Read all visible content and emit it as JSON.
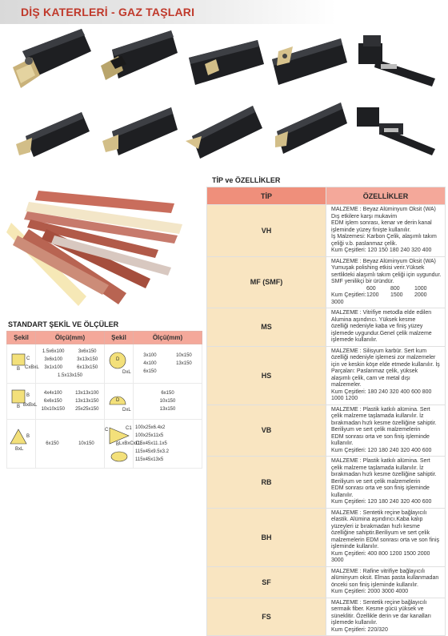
{
  "header": {
    "title": "DİŞ KATERLERİ - GAZ TAŞLARI"
  },
  "tools": [
    {
      "name": "tool-1"
    },
    {
      "name": "tool-2"
    },
    {
      "name": "tool-3"
    },
    {
      "name": "tool-4"
    },
    {
      "name": "tool-5"
    },
    {
      "name": "tool-6"
    },
    {
      "name": "tool-7"
    },
    {
      "name": "tool-8"
    },
    {
      "name": "tool-9"
    },
    {
      "name": "tool-10"
    }
  ],
  "spec": {
    "heading": "TİP ve ÖZELLİKLER",
    "col_tip": "TİP",
    "col_features": "ÖZELLİKLER",
    "rows": [
      {
        "code": "VH",
        "lines": [
          "MALZEME : Beyaz Alüminyum Oksit (WA) Dış etkilere karşı mukavim",
          "EDM işlem sonrası, kenar ve derin kanal işleminde yüzey finişte kullanılır.",
          "İş Malzemesi: Karbon Çelik, alaşımlı takım çeliği v.b. paslanmaz çelik."
        ],
        "grit_label": "Kum Çeşitleri:",
        "grits": [
          "120",
          "150",
          "180",
          "240",
          "320",
          "400"
        ]
      },
      {
        "code": "MF (SMF)",
        "lines": [
          "MALZEME : Beyaz Alüminyum Oksit (WA) Yumuşak polishing etkisi verir.Yüksek",
          "sertlikteki alaşımlı takım çeliği için uygundur. SMF yenilikçi bir üründür."
        ],
        "grit_label": "Kum Çeşitleri:",
        "grits": [
          "600",
          "800",
          "1000",
          "1200",
          "1500",
          "2000",
          "3000"
        ]
      },
      {
        "code": "MS",
        "lines": [
          "MALZEME : Vitrifiye metodla elde edilen Alumina aşındırıcı. Yüksek kesme",
          "özelliği nedeniyle kaba ve finiş yüzey işlemede uygundur.Genel çelik malzeme",
          "işlemede kullanılır."
        ],
        "grit_label": "",
        "grits": []
      },
      {
        "code": "HS",
        "lines": [
          "MALZEME : Silisyum karbür. Sert kum özelliği nedeniyle işlemesi zor malzemeler",
          "için ve keskin köşe elde etmede kullanılır. İş Parçaları: Paslanmaz çelik, yüksek",
          "alaşımlı çelik, cam ve metal dışı malzemeler."
        ],
        "grit_label": "Kum Çeşitleri:",
        "grits": [
          "180",
          "240",
          "320",
          "400",
          "600",
          "800",
          "1000",
          "1200"
        ]
      },
      {
        "code": "VB",
        "lines": [
          "MALZEME : Plastik katkılı alümina. Sert çelik malzeme taşlamada kullanılır. İz",
          "bırakmadan hızlı kesme özelliğine sahiptir. Beriliyum ve sert çelik malzemelerin",
          "EDM sonrası orta ve son finiş işleminde kullanılır."
        ],
        "grit_label": "Kum Çeşitleri:",
        "grits": [
          "120",
          "180",
          "240",
          "320",
          "400",
          "600"
        ]
      },
      {
        "code": "RB",
        "lines": [
          "MALZEME : Plastik katkılı alümina. Sert çelik malzeme taşlamada kullanılır. İz",
          "bırakmadan hızlı kesme özelliğine sahiptir. Beriliyum ve sert çelik malzemelerin",
          "EDM sonrası orta ve son finiş işleminde kullanılır."
        ],
        "grit_label": "Kum Çeşitleri:",
        "grits": [
          "120",
          "180",
          "240",
          "320",
          "400",
          "600"
        ]
      },
      {
        "code": "BH",
        "lines": [
          "MALZEME : Sentetik reçine bağlayıcılı elastik. Alümina aşındırıcı.Kaba kalıp",
          "yüzeyleri iz bırakmadan hızlı kesme özelliğine sahiptir.Beriliyum ve sert çelik",
          "malzemelerin EDM sonrası orta ve son finiş işleminde kullanılır."
        ],
        "grit_label": "Kum Çeşitleri:",
        "grits": [
          "400",
          "800",
          "1200",
          "1500",
          "2000",
          "3000"
        ]
      },
      {
        "code": "SF",
        "lines": [
          "MALZEME : Rafine vitrifiye bağlayıcılı alüminyum oksit. Elmas pasta kullanmadan",
          "önceki son finiş işleminde kullanılır."
        ],
        "grit_label": "Kum Çeşitleri:",
        "grits": [
          "2000",
          "3000",
          "4000"
        ]
      },
      {
        "code": "FS",
        "lines": [
          "MALZEME : Sentetik reçine bağlayıcılı sermaik fiber. Kesme gücü yüksek ve",
          "süneklitir. Özellikle derin ve dar kanalları işlemede kullanılır."
        ],
        "grit_label": "Kum Çeşitleri:",
        "grits": [
          "220/320"
        ]
      }
    ]
  },
  "standard": {
    "heading": "STANDART ŞEKİL VE ÖLÇÜLER",
    "col_shape": "Şekil",
    "col_size": "Ölçü(mm)",
    "rows": [
      {
        "left": {
          "name": "CxBxL",
          "labels": [
            "C",
            "B"
          ],
          "col_a": [
            "1.5x6x100",
            "3x6x100",
            "3x1x100"
          ],
          "col_b": [
            "3x6x150",
            "3x13x150",
            "6x13x150"
          ],
          "extra": "1.5x13x150"
        },
        "right": {
          "name": "DxL",
          "labels": [
            "D"
          ],
          "col_a": [
            "3x100",
            "4x100",
            "6x150"
          ],
          "col_b": [
            "10x150",
            "13x150",
            ""
          ]
        }
      },
      {
        "left": {
          "name": "BxBxL",
          "labels": [
            "B",
            "B"
          ],
          "col_a": [
            "4x4x100",
            "6x6x150",
            "10x10x150"
          ],
          "col_b": [
            "13x13x100",
            "13x13x150",
            "25x25x150"
          ]
        },
        "right": {
          "name": "DxL",
          "labels": [
            "D"
          ],
          "col_a": [
            "6x150",
            "10x150",
            "13x150"
          ],
          "col_b": []
        }
      },
      {
        "left": {
          "name": "BxL",
          "labels": [
            "B"
          ],
          "col_a": [
            "6x150"
          ],
          "col_b": [
            "10x150"
          ]
        },
        "right": {
          "name": "LxBxCxC1",
          "labels": [
            "C",
            "B",
            "C1"
          ],
          "col_a": [
            "100x25x6.4x2",
            "100x25x11x5",
            "115x45x11.1x5",
            "115x45x9.5x3.2",
            "115x45x13x5"
          ],
          "col_b": []
        }
      }
    ]
  },
  "colors": {
    "accent_red": "#c0392b",
    "header_pink": "#f4a89a",
    "code_cell": "#f9e5c1"
  }
}
